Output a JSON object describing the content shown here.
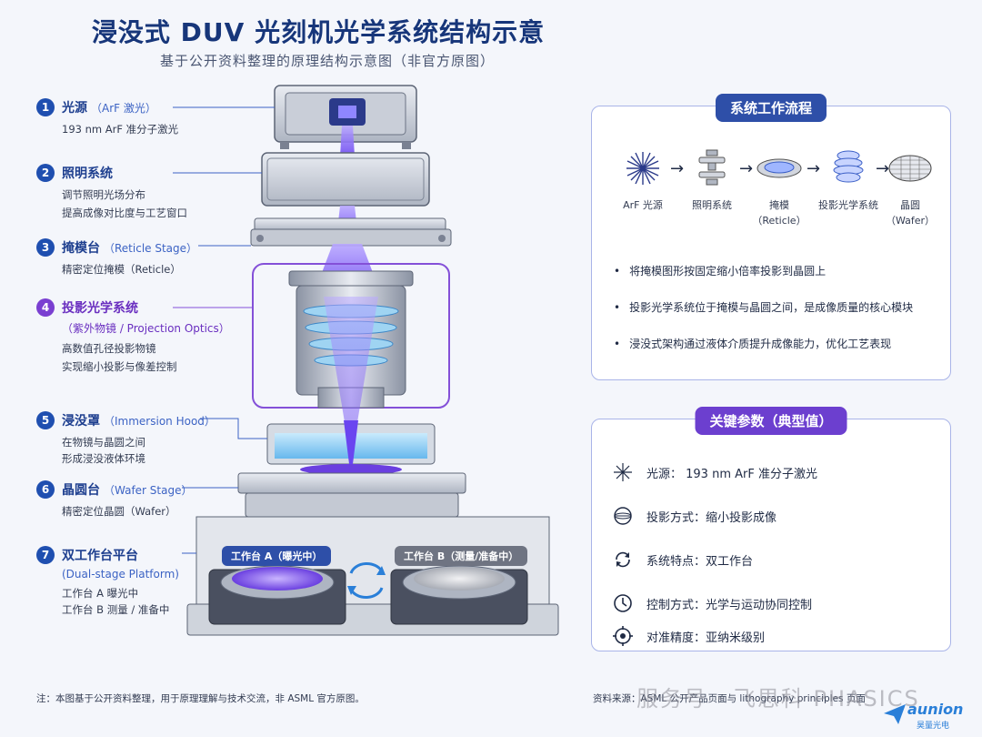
{
  "header": {
    "title": "浸没式 DUV 光刻机光学系统结构示意",
    "subtitle": "基于公开资料整理的原理结构示意图（非官方原图）"
  },
  "labels": [
    {
      "num": "1",
      "title": "光源",
      "en": "（ArF 激光）",
      "en2": "",
      "desc": [
        "193 nm ArF 准分子激光"
      ]
    },
    {
      "num": "2",
      "title": "照明系统",
      "en": "",
      "en2": "",
      "desc": [
        "调节照明光场分布",
        "提高成像对比度与工艺窗口"
      ]
    },
    {
      "num": "3",
      "title": "掩模台",
      "en": "（Reticle Stage）",
      "en2": "",
      "desc": [
        "精密定位掩模（Reticle）"
      ]
    },
    {
      "num": "4",
      "title": "投影光学系统",
      "en": "",
      "en2": "（紫外物镜 / Projection Optics）",
      "desc": [
        "高数值孔径投影物镜",
        "实现缩小投影与像差控制"
      ]
    },
    {
      "num": "5",
      "title": "浸没罩",
      "en": "（Immersion Hood）",
      "en2": "",
      "desc": [
        "在物镜与晶圆之间",
        "形成浸没液体环境"
      ]
    },
    {
      "num": "6",
      "title": "晶圆台",
      "en": "（Wafer Stage）",
      "en2": "",
      "desc": [
        "精密定位晶圆（Wafer）"
      ]
    },
    {
      "num": "7",
      "title": "双工作台平台",
      "en": "",
      "en2": "(Dual-stage Platform)",
      "desc": [
        "工作台 A 曝光中",
        "工作台 B 测量 / 准备中"
      ]
    }
  ],
  "stages": {
    "a_label": "工作台 A（曝光中）",
    "b_label": "工作台 B（测量/准备中）"
  },
  "workflow": {
    "title": "系统工作流程",
    "steps": [
      {
        "name": "ArF 光源",
        "sub": "",
        "icon": "starburst-icon"
      },
      {
        "name": "照明系统",
        "sub": "",
        "icon": "illumination-icon"
      },
      {
        "name": "掩模",
        "sub": "（Reticle）",
        "icon": "reticle-icon"
      },
      {
        "name": "投影光学系统",
        "sub": "",
        "icon": "lens-stack-icon"
      },
      {
        "name": "晶圆",
        "sub": "（Wafer）",
        "icon": "wafer-icon"
      }
    ],
    "bullets": [
      "将掩模图形按固定缩小倍率投影到晶圆上",
      "投影光学系统位于掩模与晶圆之间，是成像质量的核心模块",
      "浸没式架构通过液体介质提升成像能力，优化工艺表现"
    ]
  },
  "params": {
    "title": "关键参数（典型值）",
    "items": [
      {
        "text": "光源：  193 nm ArF 准分子激光",
        "icon": "starburst-icon"
      },
      {
        "text": "投影方式：缩小投影成像",
        "icon": "lens-icon"
      },
      {
        "text": "系统特点：双工作台",
        "icon": "cycle-icon"
      },
      {
        "text": "控制方式：光学与运动协同控制",
        "icon": "clock-icon"
      },
      {
        "text": "对准精度：亚纳米级别",
        "icon": "target-icon"
      }
    ]
  },
  "footer": {
    "note": "注：本图基于公开资料整理，用于原理理解与技术交流，非 ASML 官方原图。",
    "source": "资料来源：ASML 公开产品页面与 lithography principles 页面",
    "watermark": "服务号 · 飞思科 PHASICS",
    "logo_text": "aunion",
    "logo_sub": "昊量光电"
  },
  "colors": {
    "primary": "#1f4fb0",
    "purple": "#7a3fd1",
    "uv_beam": "#8a6cff",
    "immersion": "#7cc8f5"
  }
}
